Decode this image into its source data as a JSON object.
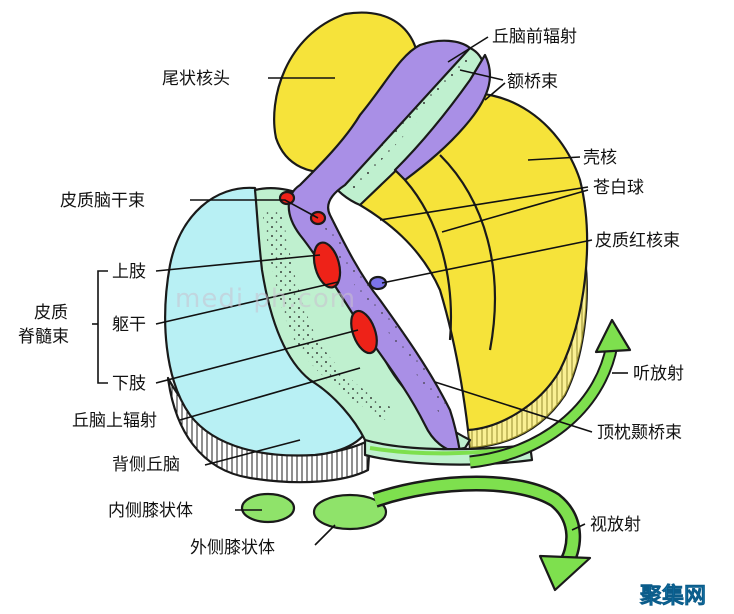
{
  "labels": {
    "qiunao_qian_fushe": "丘脑前辐射",
    "weizhuang_hetou": "尾状核头",
    "eqiao_shu": "额桥束",
    "ke_he": "壳核",
    "pizhi_naogan_shu": "皮质脑干束",
    "cangbai_qiu": "苍白球",
    "pizhi_honghe_shu": "皮质红核束",
    "shang_zhi": "上肢",
    "qu_gan": "躯干",
    "xia_zhi": "下肢",
    "pizhi_jisui_shu_1": "皮质",
    "pizhi_jisui_shu_2": "脊髓束",
    "ting_fushe": "听放射",
    "qiunao_shang_fushe": "丘脑上辐射",
    "dingzhen_nieqiao_shu": "顶枕颞桥束",
    "beice_qiunao": "背侧丘脑",
    "neice_xizhuangti": "内侧膝状体",
    "shi_fushe": "视放射",
    "waice_xizhuangti": "外侧膝状体"
  },
  "watermark": "medi        ph.com",
  "brand_logo": "聚集网",
  "colors": {
    "yellow": "#f6e33a",
    "purple": "#a98fe6",
    "light_green": "#bff0cf",
    "light_blue": "#b8f0f4",
    "red": "#ee2218",
    "arrow_green": "#7ee04e",
    "outline": "#1a1a1a"
  }
}
